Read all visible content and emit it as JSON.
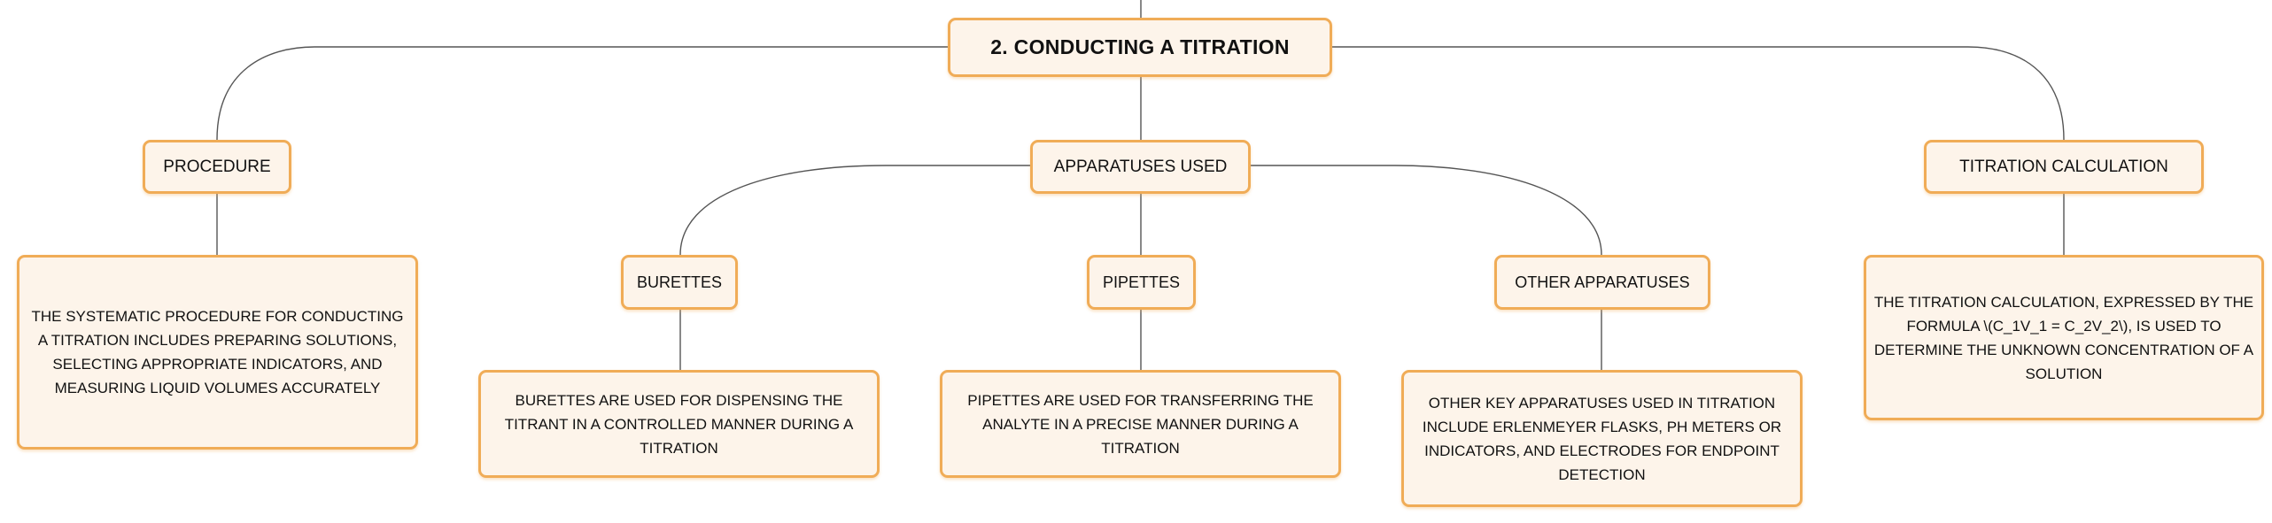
{
  "diagram": {
    "root": "2. CONDUCTING A TITRATION",
    "branches": {
      "procedure": {
        "label": "PROCEDURE",
        "description": "THE SYSTEMATIC PROCEDURE FOR CONDUCTING A TITRATION INCLUDES PREPARING SOLUTIONS, SELECTING APPROPRIATE INDICATORS, AND MEASURING LIQUID VOLUMES ACCURATELY"
      },
      "apparatuses": {
        "label": "APPARATUSES USED",
        "children": {
          "burettes": {
            "label": "BURETTES",
            "description": "BURETTES ARE USED FOR DISPENSING THE TITRANT IN A CONTROLLED MANNER DURING A TITRATION"
          },
          "pipettes": {
            "label": "PIPETTES",
            "description": "PIPETTES ARE USED FOR TRANSFERRING THE ANALYTE IN A PRECISE MANNER DURING A TITRATION"
          },
          "other": {
            "label": "OTHER APPARATUSES",
            "description": "OTHER KEY APPARATUSES USED IN TITRATION INCLUDE ERLENMEYER FLASKS, PH METERS OR INDICATORS, AND ELECTRODES FOR ENDPOINT DETECTION"
          }
        }
      },
      "calculation": {
        "label": "TITRATION CALCULATION",
        "description": "THE TITRATION CALCULATION, EXPRESSED BY THE FORMULA \\(C_1V_1 = C_2V_2\\), IS USED TO DETERMINE THE UNKNOWN CONCENTRATION OF A SOLUTION"
      }
    }
  },
  "colors": {
    "node_fill": "#fdf4ea",
    "node_border": "#f0ac57",
    "connector": "#555555"
  }
}
